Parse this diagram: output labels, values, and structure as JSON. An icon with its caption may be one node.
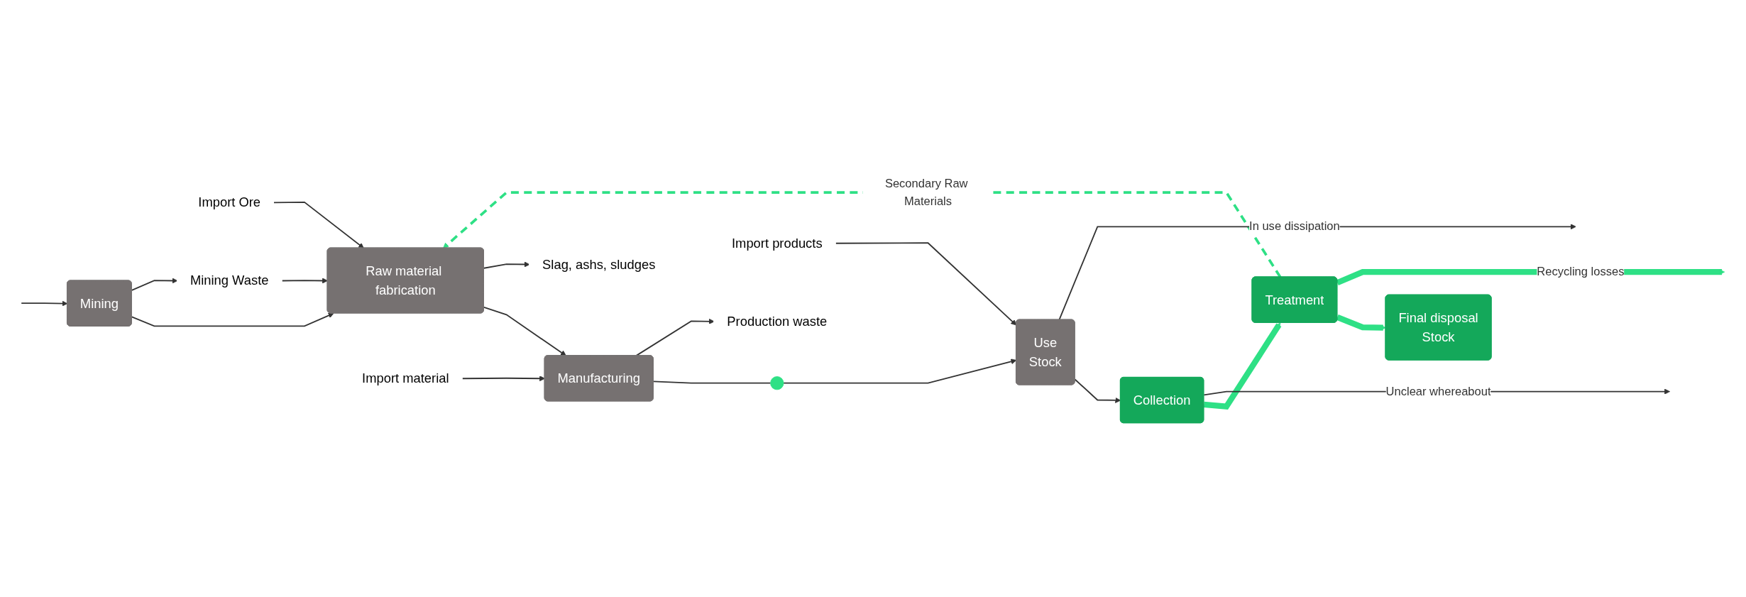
{
  "diagram": {
    "nodes": [
      {
        "text": [
          "Import products"
        ]
      },
      {
        "text": [
          "Import material"
        ]
      },
      {
        "text": [
          "Import Ore"
        ]
      },
      {
        "text": [
          "Mining"
        ]
      },
      {
        "text": [
          "Raw material fabrication"
        ]
      },
      {
        "text": [
          "Manufacturing"
        ]
      },
      {
        "text": [],
        "shape": "circle"
      },
      {
        "text": [
          "Use",
          "Stock"
        ]
      },
      {
        "text": [
          "Collection"
        ]
      },
      {
        "text": [
          "Treatment"
        ]
      },
      {
        "text": [
          "Final disposal",
          "Stock"
        ]
      },
      {
        "text": [
          "Mining Waste"
        ]
      },
      {
        "text": [
          "Slag, ashs, sludges"
        ]
      },
      {
        "text": [
          "Production waste"
        ]
      }
    ],
    "edges": [
      {
        "from": null,
        "to": 3,
        "arrow": "to"
      },
      {
        "from": 3,
        "to": 4,
        "arrow": "to"
      },
      {
        "from": 11,
        "to": 4,
        "arrow": "to"
      },
      {
        "from": 2,
        "to": 4,
        "arrow": "to"
      },
      {
        "from": 9,
        "to": 4,
        "arrow": "to",
        "label": "Secondary Raw Materials",
        "style": "dashed",
        "color": "#2ee085"
      },
      {
        "from": 4,
        "to": 5,
        "arrow": "to"
      },
      {
        "from": 1,
        "to": 5,
        "arrow": "to"
      },
      {
        "from": 5,
        "to": 6,
        "arrow": "none"
      },
      {
        "from": 6,
        "to": 7,
        "arrow": "to"
      },
      {
        "from": 0,
        "to": 7,
        "arrow": "to"
      },
      {
        "from": 7,
        "to": 8,
        "arrow": "to"
      },
      {
        "from": 8,
        "to": 9,
        "arrow": "to",
        "style": "thick",
        "color": "#2ee085"
      },
      {
        "from": 9,
        "to": 10,
        "arrow": "to",
        "style": "thick",
        "color": "#2ee085"
      },
      {
        "from": 3,
        "to": 11,
        "arrow": "to"
      },
      {
        "from": 4,
        "to": 12,
        "arrow": "to"
      },
      {
        "from": 5,
        "to": 13,
        "arrow": "to"
      },
      {
        "from": 9,
        "to": null,
        "arrow": "to",
        "label": "Recycling losses",
        "style": "thick",
        "color": "#2ee085"
      },
      {
        "from": 8,
        "to": null,
        "arrow": "to",
        "label": "Unclear whereabout"
      },
      {
        "from": 7,
        "to": null,
        "arrow": "to",
        "label": "In use dissipation"
      }
    ]
  }
}
